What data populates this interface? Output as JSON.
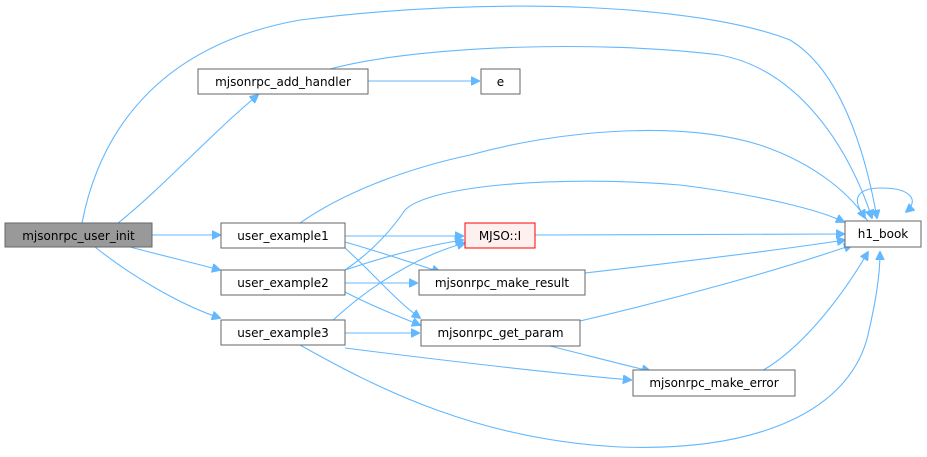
{
  "colors": {
    "edge": "#63b8ff",
    "node_border": "#666666",
    "root_fill": "#999999",
    "highlight_border": "#ff0000",
    "highlight_fill": "#fff0f0"
  },
  "nodes": {
    "root": "mjsonrpc_user_init",
    "add_handler": "mjsonrpc_add_handler",
    "e": "e",
    "user_example1": "user_example1",
    "user_example2": "user_example2",
    "user_example3": "user_example3",
    "mjso_i": "MJSO::I",
    "make_result": "mjsonrpc_make_result",
    "get_param": "mjsonrpc_get_param",
    "make_error": "mjsonrpc_make_error",
    "h1_book": "h1_book"
  },
  "edges": [
    {
      "from": "mjsonrpc_user_init",
      "to": "mjsonrpc_add_handler"
    },
    {
      "from": "mjsonrpc_user_init",
      "to": "h1_book"
    },
    {
      "from": "mjsonrpc_user_init",
      "to": "user_example1"
    },
    {
      "from": "mjsonrpc_user_init",
      "to": "user_example2"
    },
    {
      "from": "mjsonrpc_user_init",
      "to": "user_example3"
    },
    {
      "from": "mjsonrpc_add_handler",
      "to": "e"
    },
    {
      "from": "mjsonrpc_add_handler",
      "to": "h1_book"
    },
    {
      "from": "user_example1",
      "to": "MJSO::I"
    },
    {
      "from": "user_example1",
      "to": "mjsonrpc_make_result"
    },
    {
      "from": "user_example1",
      "to": "mjsonrpc_get_param"
    },
    {
      "from": "user_example1",
      "to": "h1_book"
    },
    {
      "from": "user_example2",
      "to": "MJSO::I"
    },
    {
      "from": "user_example2",
      "to": "mjsonrpc_make_result"
    },
    {
      "from": "user_example2",
      "to": "mjsonrpc_get_param"
    },
    {
      "from": "user_example2",
      "to": "h1_book"
    },
    {
      "from": "user_example3",
      "to": "MJSO::I"
    },
    {
      "from": "user_example3",
      "to": "mjsonrpc_get_param"
    },
    {
      "from": "user_example3",
      "to": "mjsonrpc_make_error"
    },
    {
      "from": "user_example3",
      "to": "h1_book"
    },
    {
      "from": "MJSO::I",
      "to": "h1_book"
    },
    {
      "from": "mjsonrpc_make_result",
      "to": "h1_book"
    },
    {
      "from": "mjsonrpc_get_param",
      "to": "mjsonrpc_make_error"
    },
    {
      "from": "mjsonrpc_get_param",
      "to": "h1_book"
    },
    {
      "from": "mjsonrpc_make_error",
      "to": "h1_book"
    },
    {
      "from": "h1_book",
      "to": "h1_book"
    }
  ]
}
